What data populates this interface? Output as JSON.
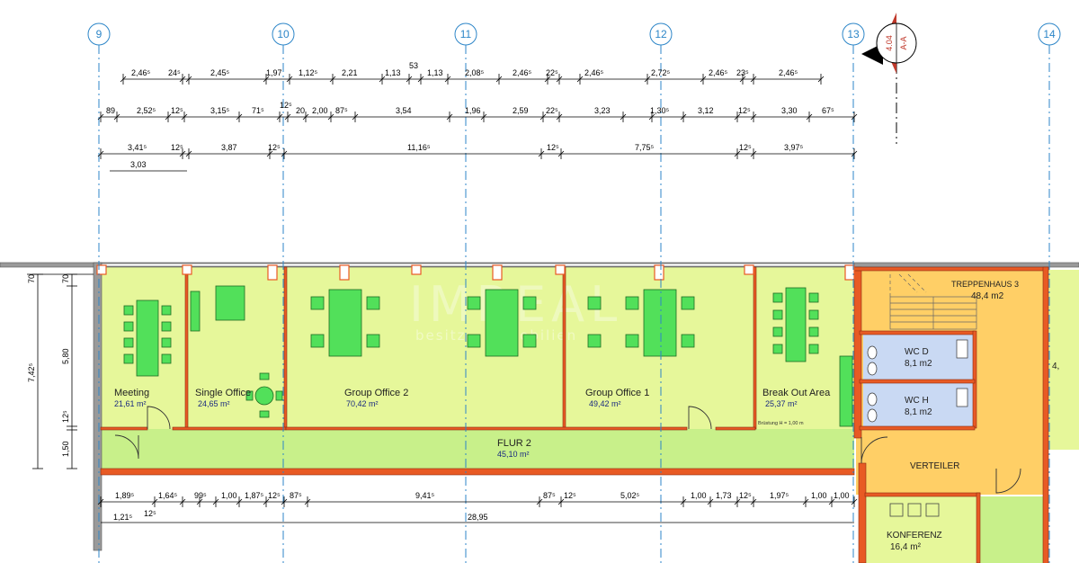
{
  "axes": [
    "9",
    "10",
    "11",
    "12",
    "13",
    "14"
  ],
  "section_marker": {
    "sheet": "4.04",
    "name": "A-A"
  },
  "dim_row1": [
    "2,46⁵",
    "24⁵",
    "2,45⁵",
    "1,97",
    "1,12⁵",
    "2,21",
    "1,13",
    "53",
    "1,13",
    "2,08⁵",
    "2,46⁵",
    "22⁵",
    "2,46⁵",
    "2,72⁵",
    "2,46⁵",
    "23⁵",
    "2,46⁵"
  ],
  "dim_row2": [
    "89",
    "2,52⁵",
    "12⁵",
    "3,15⁵",
    "71⁵",
    "12⁵",
    "20",
    "2,00",
    "87⁵",
    "3,54",
    "1,96",
    "2,59",
    "22⁵",
    "3,23",
    "1,30⁵",
    "3,12",
    "12⁵",
    "3,30",
    "67⁵"
  ],
  "dim_row3": [
    "3,41⁵",
    "12⁵",
    "3,87",
    "12⁵",
    "11,16⁵",
    "12⁵",
    "7,75⁵",
    "12⁵",
    "3,97⁵"
  ],
  "dim_row3b": "3,03",
  "left_dims": {
    "top_a": "70",
    "top_b": "70",
    "mid": "5,80",
    "total": "7,42⁵",
    "small": "12⁵",
    "bottom": "1,50"
  },
  "bottom_dims_row1": [
    "1,89⁵",
    "1,64⁵",
    "99⁵",
    "1,00",
    "1,87⁵",
    "12⁵",
    "87⁵",
    "9,41⁵",
    "87⁵",
    "12⁵",
    "5,02⁵",
    "1,00",
    "1,73",
    "12⁵",
    "1,97⁵",
    "1,00",
    "1,00"
  ],
  "bottom_dims_row2": {
    "a": "1,21⁵",
    "b": "12⁵",
    "total": "28,95"
  },
  "rooms": {
    "meeting": {
      "name": "Meeting",
      "area": "21,61 m²"
    },
    "single_office": {
      "name": "Single Office",
      "area": "24,65 m²"
    },
    "group_office_2": {
      "name": "Group Office 2",
      "area": "70,42 m²"
    },
    "group_office_1": {
      "name": "Group Office 1",
      "area": "49,42 m²"
    },
    "break_out": {
      "name": "Break Out Area",
      "area": "25,37 m²",
      "note": "Brüstung H = 1,00 m"
    },
    "flur": {
      "name": "FLUR 2",
      "area": "45,10 m²"
    },
    "treppenhaus": {
      "name": "TREPPENHAUS 3",
      "area": "48,4 m2"
    },
    "wc_d": {
      "name": "WC D",
      "area": "8,1 m2"
    },
    "wc_h": {
      "name": "WC H",
      "area": "8,1 m2"
    },
    "verteiler": {
      "name": "VERTEILER"
    },
    "konferenz": {
      "name": "KONFERENZ",
      "area": "16,4 m²"
    },
    "edge_partial": {
      "area": "4,"
    }
  },
  "watermark": {
    "brand": "IMREAL",
    "tagline": "besitz · immobilien"
  },
  "colors": {
    "office_fill": "#e6f79a",
    "flur_fill": "#c8f08a",
    "stair_fill": "#ffcf66",
    "wc_fill": "#c9d9f3",
    "wall": "#e85a24",
    "axis": "#2d86c8",
    "furniture": "#52e05a"
  }
}
